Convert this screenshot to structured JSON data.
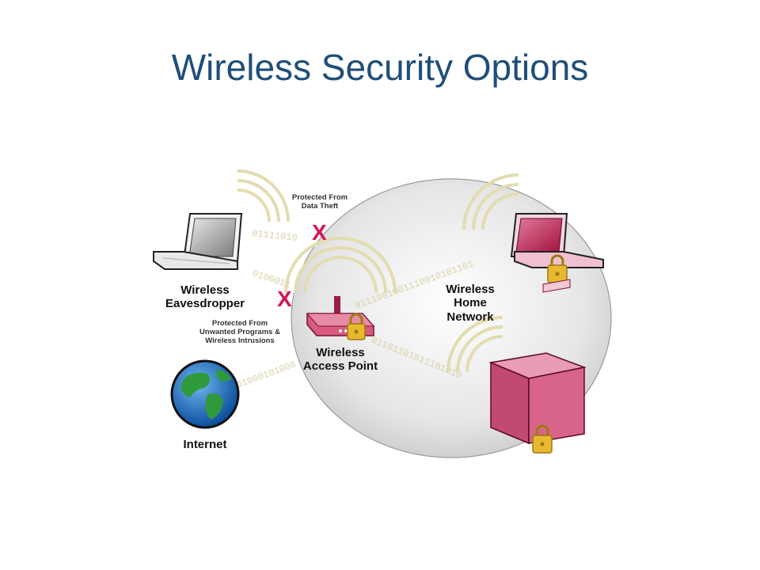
{
  "slide": {
    "title": "Wireless Security Options"
  },
  "diagram": {
    "labels": {
      "eavesdropper": [
        "Wireless",
        "Eavesdropper"
      ],
      "access_point": [
        "Wireless",
        "Access Point"
      ],
      "home_network": [
        "Wireless",
        "Home",
        "Network"
      ],
      "internet": "Internet",
      "protected_data_theft": [
        "Protected From",
        "Data Theft"
      ],
      "protected_intrusions": [
        "Protected From",
        "Unwanted Programs &",
        "Wireless Intrusions"
      ]
    },
    "block_mark": "X",
    "binary_streams": {
      "eavesdropper_top": "01111010",
      "eavesdropper_mid": "0100011",
      "internet": "01000101000",
      "laptop_link": "0111001001110010101101",
      "tower_link": "01101101011101010"
    },
    "colors": {
      "title": "#1f4e79",
      "accent_block": "#d4145a",
      "protected_device": "#d2557a",
      "lock": "#e8b830"
    }
  }
}
